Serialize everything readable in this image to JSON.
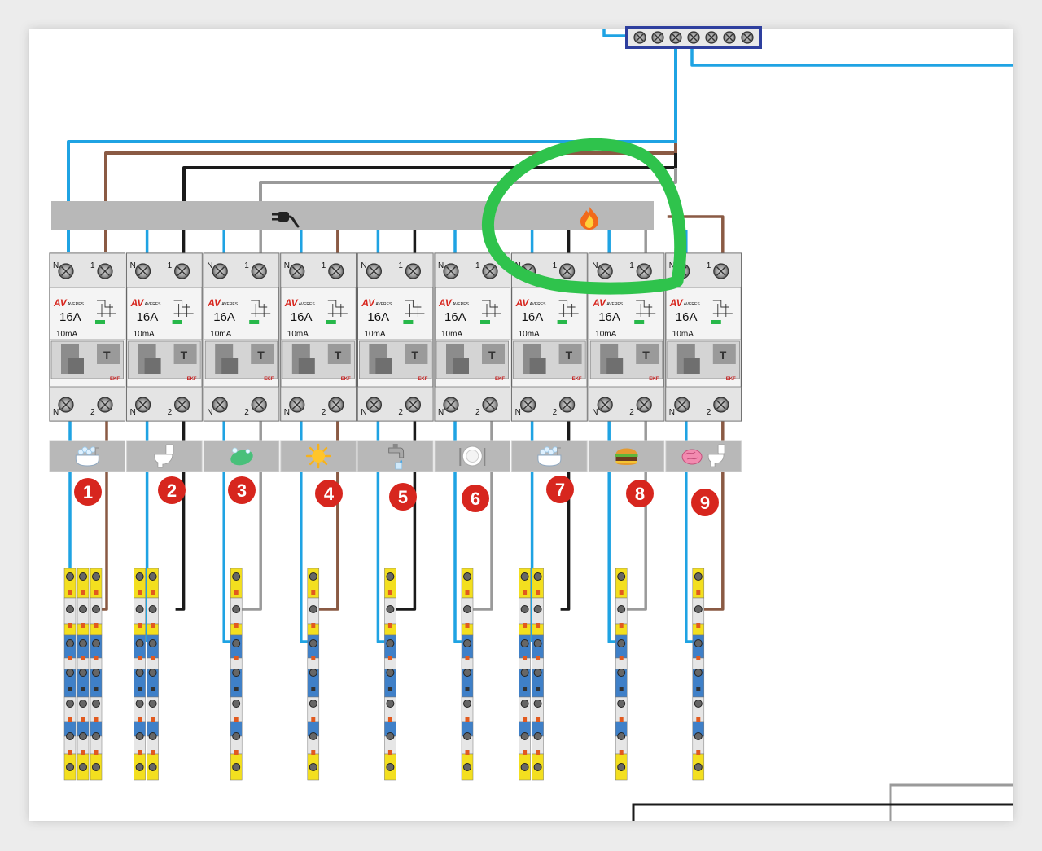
{
  "colors": {
    "neutral": "#1fa3e3",
    "phase_brown": "#8a5a44",
    "phase_black": "#1a1a1a",
    "phase_grey": "#9a9a9a",
    "busbar": "#b8b8b8",
    "badge": "#d7261e",
    "highlight": "#2fc34c",
    "terminal_yellow": "#f3df1f",
    "terminal_blue": "#3f80c8",
    "terminal_grey": "#e6e6e6",
    "din_blue": "#2e3f9e"
  },
  "phase_bus_icons": [
    "plug-icon",
    "fire-icon"
  ],
  "breaker": {
    "brand": "AVERES",
    "rating": "16A",
    "leak": "10mA",
    "mark": "EKF",
    "top_left_label": "N",
    "top_right_label": "1",
    "bottom_left_label": "N",
    "bottom_right_label": "2"
  },
  "circuits": [
    {
      "number": "1",
      "icon": "bathtub-icon",
      "phase": "brown",
      "terminals": 3
    },
    {
      "number": "2",
      "icon": "toilet-icon",
      "phase": "black",
      "terminals": 2
    },
    {
      "number": "3",
      "icon": "soap-icon",
      "phase": "grey",
      "terminals": 1
    },
    {
      "number": "4",
      "icon": "sun-icon",
      "phase": "brown",
      "terminals": 1
    },
    {
      "number": "5",
      "icon": "faucet-icon",
      "phase": "black",
      "terminals": 1
    },
    {
      "number": "6",
      "icon": "plate-icon",
      "phase": "grey",
      "terminals": 1
    },
    {
      "number": "7",
      "icon": "bathtub-icon",
      "phase": "black",
      "terminals": 2
    },
    {
      "number": "8",
      "icon": "burger-icon",
      "phase": "grey",
      "terminals": 1
    },
    {
      "number": "9",
      "icon": "brain-toilet-icon",
      "phase": "brown",
      "terminals": 1
    }
  ]
}
